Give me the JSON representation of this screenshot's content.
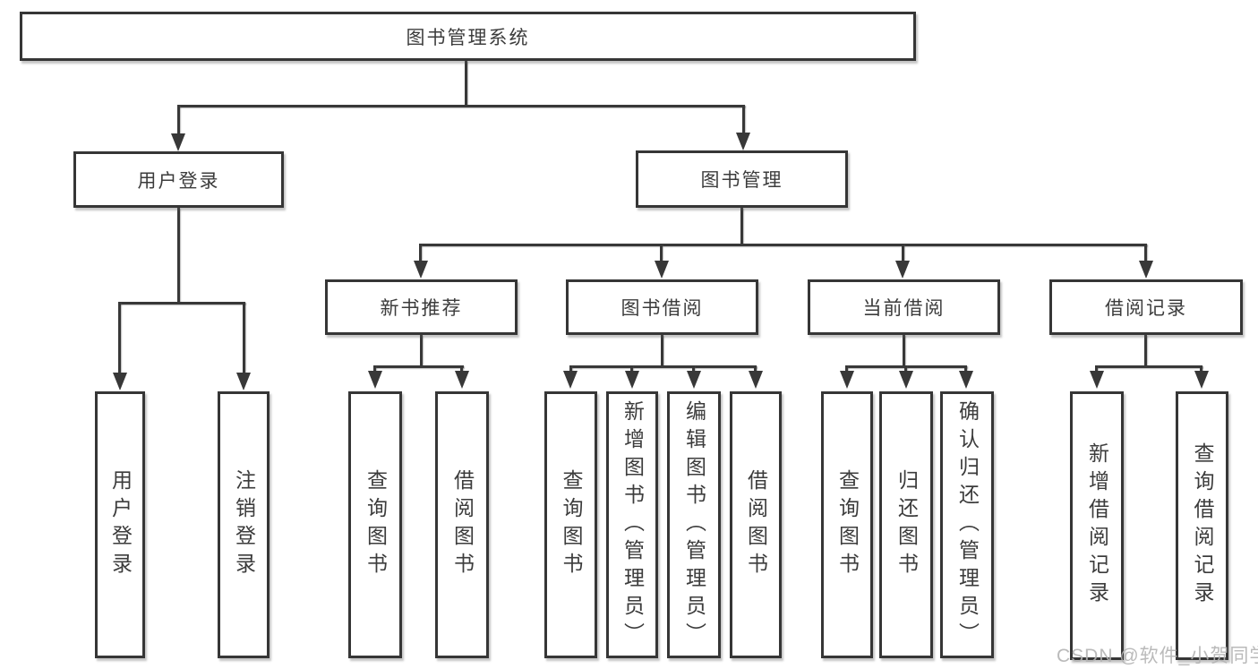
{
  "tree": {
    "root": "图书管理系统",
    "children": [
      {
        "label": "用户登录",
        "children": [
          {
            "label": "用户登录"
          },
          {
            "label": "注销登录"
          }
        ]
      },
      {
        "label": "图书管理",
        "children": [
          {
            "label": "新书推荐",
            "children": [
              {
                "label": "查询图书"
              },
              {
                "label": "借阅图书"
              }
            ]
          },
          {
            "label": "图书借阅",
            "children": [
              {
                "label": "查询图书"
              },
              {
                "label": "新增图书（管理员）"
              },
              {
                "label": "编辑图书（管理员）"
              },
              {
                "label": "借阅图书"
              }
            ]
          },
          {
            "label": "当前借阅",
            "children": [
              {
                "label": "查询图书"
              },
              {
                "label": "归还图书"
              },
              {
                "label": "确认归还（管理员）"
              }
            ]
          },
          {
            "label": "借阅记录",
            "children": [
              {
                "label": "新增借阅记录"
              },
              {
                "label": "查询借阅记录"
              }
            ]
          }
        ]
      }
    ]
  },
  "watermark": "CSDN @软件_小贺同学",
  "colors": {
    "line": "#383838",
    "text": "#3c3c3c",
    "background": "#ffffff",
    "watermark": "#b2b2b2"
  }
}
